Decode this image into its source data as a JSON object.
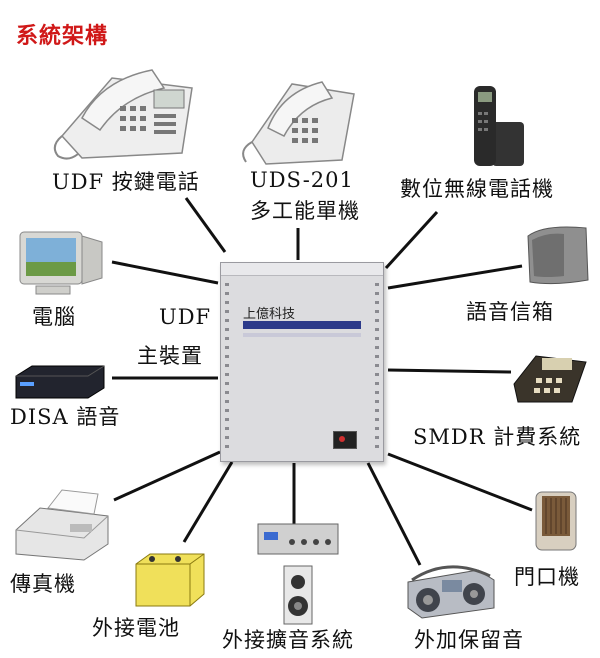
{
  "title": "系統架構",
  "center": {
    "label_line1": "UDF",
    "label_line2": "主裝置",
    "brand": "上億科技"
  },
  "nodes": {
    "udf_phone": "UDF 按鍵電話",
    "uds_line1": "UDS-201",
    "uds_line2": "多工能單機",
    "cordless": "數位無線電話機",
    "computer": "電腦",
    "voicemail": "語音信箱",
    "disa": "DISA 語音",
    "smdr": "SMDR 計費系統",
    "fax": "傳真機",
    "door": "門口機",
    "battery": "外接電池",
    "amplifier": "外接擴音系統",
    "music_hold": "外加保留音"
  },
  "colors": {
    "title": "#d01818",
    "line": "#111111"
  }
}
